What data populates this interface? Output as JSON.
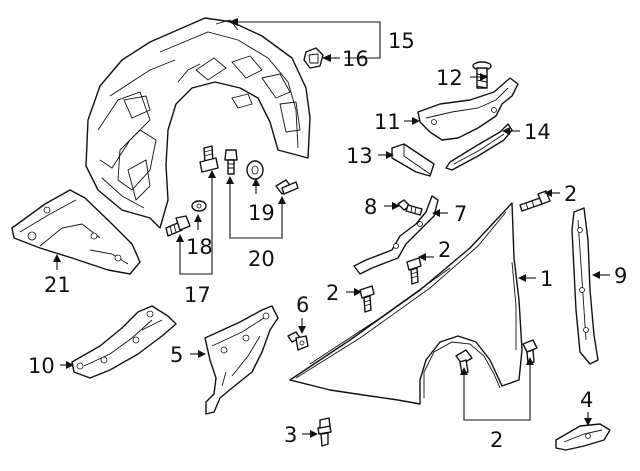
{
  "callouts": {
    "c1": "1",
    "c2a": "2",
    "c2b": "2",
    "c2c": "2",
    "c2d": "2",
    "c3": "3",
    "c4": "4",
    "c5": "5",
    "c6": "6",
    "c7": "7",
    "c8": "8",
    "c9": "9",
    "c10": "10",
    "c11": "11",
    "c12": "12",
    "c13": "13",
    "c14": "14",
    "c15": "15",
    "c16": "16",
    "c17": "17",
    "c18": "18",
    "c19": "19",
    "c20": "20",
    "c21": "21"
  }
}
